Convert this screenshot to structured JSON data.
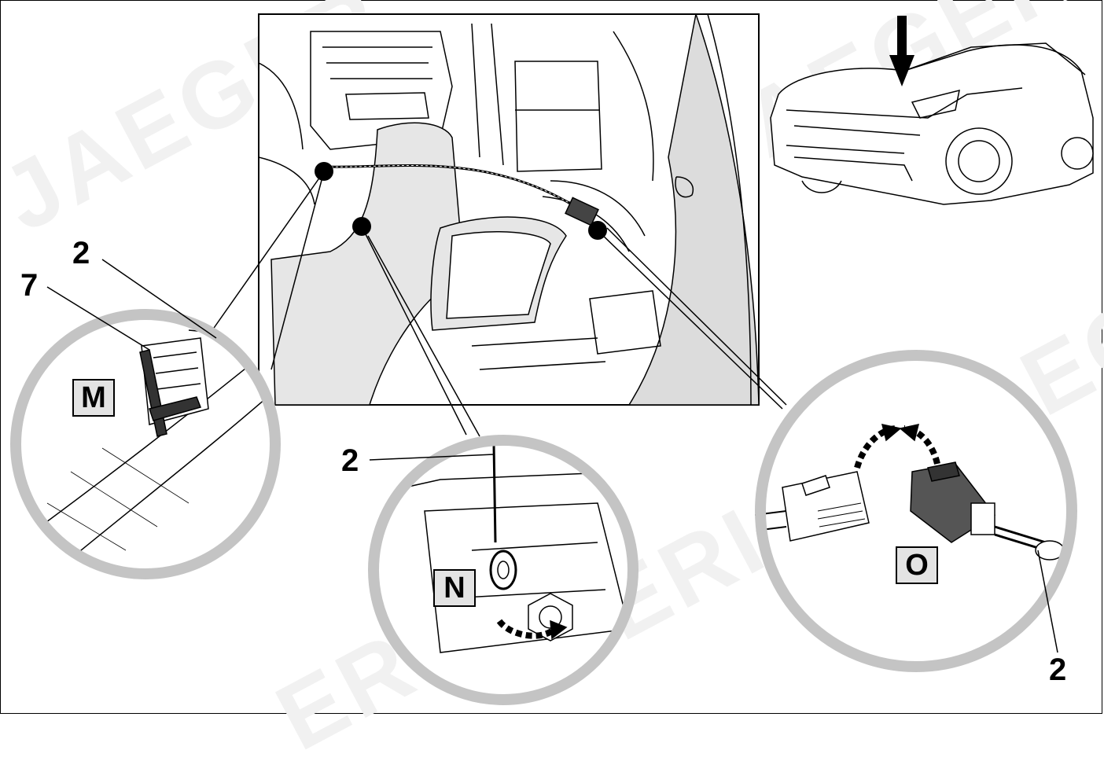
{
  "watermark": {
    "text_a": "JAEGER",
    "text_b": "ERICH",
    "text_c": "JAEGER",
    "text_d": "ERICH JAEGER"
  },
  "callouts": {
    "m_left_top": "2",
    "m_left_bottom": "7",
    "n_left": "2",
    "o_right": "2"
  },
  "detail_tags": {
    "m": "M",
    "n": "N",
    "o": "O"
  },
  "colors": {
    "tag_fill": "#e3e3e3",
    "ring": "#c4c4c4",
    "engine_fill": "#e8e8e8"
  }
}
